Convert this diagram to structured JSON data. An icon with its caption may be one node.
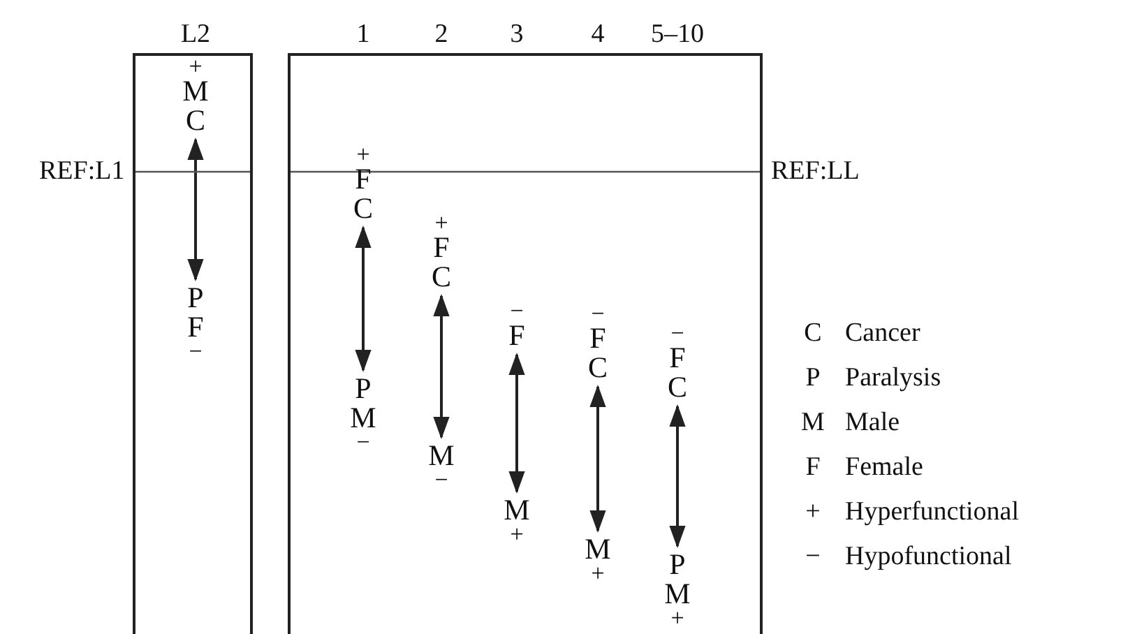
{
  "diagram": {
    "nodes": [
      {
        "text": [
          "L2"
        ]
      },
      {
        "text": [
          "+",
          "M",
          "C"
        ],
        "in": 0
      },
      {
        "text": [
          "P",
          "F",
          "−"
        ],
        "in": 0
      },
      {
        "text": [
          "1",
          "2",
          "3",
          "4",
          "5–10"
        ]
      },
      {
        "text": [
          "+",
          "F",
          "C"
        ],
        "in": 3
      },
      {
        "text": [
          "P",
          "M",
          "−"
        ],
        "in": 3
      },
      {
        "text": [
          "+",
          "F",
          "C"
        ],
        "in": 3
      },
      {
        "text": [
          "M",
          "−"
        ],
        "in": 3
      },
      {
        "text": [
          "−",
          "F"
        ],
        "in": 3
      },
      {
        "text": [
          "M",
          "+"
        ],
        "in": 3
      },
      {
        "text": [
          "−",
          "F",
          "C"
        ],
        "in": 3
      },
      {
        "text": [
          "M",
          "+"
        ],
        "in": 3
      },
      {
        "text": [
          "−",
          "F",
          "C"
        ],
        "in": 3
      },
      {
        "text": [
          "P",
          "M",
          "+"
        ],
        "in": 3
      }
    ],
    "edges": [
      {
        "from": 1,
        "to": 2,
        "arrow": "both"
      },
      {
        "from": 4,
        "to": 5,
        "arrow": "both"
      },
      {
        "from": 6,
        "to": 7,
        "arrow": "both"
      },
      {
        "from": 8,
        "to": 9,
        "arrow": "both"
      },
      {
        "from": 10,
        "to": 11,
        "arrow": "both"
      },
      {
        "from": 12,
        "to": 13,
        "arrow": "both"
      }
    ],
    "labels": [
      "REF:L1",
      "REF:LL",
      "C",
      "Cancer",
      "P",
      "Paralysis",
      "M",
      "Male",
      "F",
      "Female",
      "+",
      "Hyperfunctional",
      "−",
      "Hypofunctional"
    ]
  }
}
